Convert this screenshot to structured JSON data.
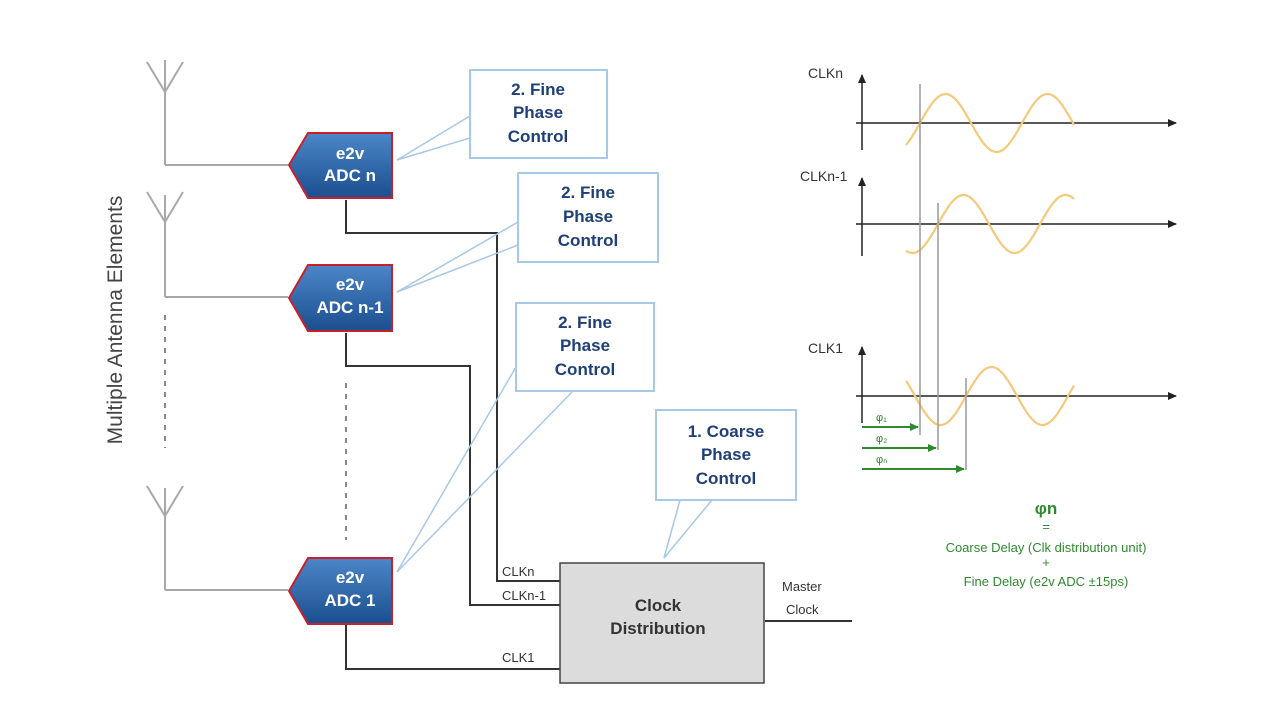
{
  "side_label": "Multiple Antenna Elements",
  "adcs": [
    {
      "line1": "e2v",
      "line2": "ADC n"
    },
    {
      "line1": "e2v",
      "line2": "ADC n-1"
    },
    {
      "line1": "e2v",
      "line2": "ADC 1"
    }
  ],
  "callouts": {
    "fine_1": [
      "2. Fine",
      "Phase",
      "Control"
    ],
    "fine_2": [
      "2. Fine",
      "Phase",
      "Control"
    ],
    "fine_3": [
      "2. Fine",
      "Phase",
      "Control"
    ],
    "coarse": [
      "1. Coarse",
      "Phase",
      "Control"
    ]
  },
  "clock_distribution": [
    "Clock",
    "Distribution"
  ],
  "clock_lines": [
    "CLKn",
    "CLKn-1",
    "CLK1"
  ],
  "master_clock": [
    "Master",
    "Clock"
  ],
  "waveforms": {
    "labels": [
      "CLKn",
      "CLKn-1",
      "CLK1"
    ],
    "phi_labels": [
      "φ₁",
      "φ₂",
      "φₙ"
    ]
  },
  "formula": {
    "phi": "φn",
    "eq": "=",
    "coarse": "Coarse Delay (Clk distribution unit)",
    "plus": "+",
    "fine": "Fine Delay (e2v ADC ±15ps)"
  },
  "colors": {
    "adc_fill": "#1e5b9e",
    "adc_border": "#c8202a",
    "callout_border": "#a8c8e8",
    "callout_text": "#1f3f78",
    "wire": "#333333",
    "antenna": "#a8a8a8",
    "sine": "#f5c97a",
    "phi_green": "#2f8a2f",
    "box_fill": "#dcdcdc"
  }
}
